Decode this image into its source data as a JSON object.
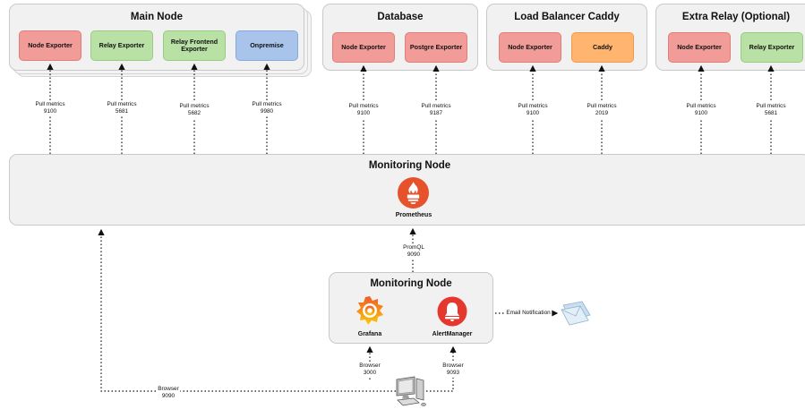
{
  "groups": {
    "main_node": {
      "title": "Main Node",
      "boxes": [
        "Node Exporter",
        "Relay Exporter",
        "Relay Frontend Exporter",
        "Onpremise"
      ]
    },
    "database": {
      "title": "Database",
      "boxes": [
        "Node Exporter",
        "Postgre Exporter"
      ]
    },
    "load_balancer": {
      "title": "Load Balancer Caddy",
      "boxes": [
        "Node Exporter",
        "Caddy"
      ]
    },
    "extra_relay": {
      "title": "Extra Relay (Optional)",
      "boxes": [
        "Node Exporter",
        "Relay Exporter"
      ]
    },
    "monitoring_top": {
      "title": "Monitoring Node",
      "prometheus": "Prometheus"
    },
    "monitoring_bottom": {
      "title": "Monitoring Node",
      "grafana": "Grafana",
      "alertmanager": "AlertManager"
    }
  },
  "edges": {
    "pull": [
      {
        "label": "Pull metrics",
        "port": "9100"
      },
      {
        "label": "Pull metrics",
        "port": "5681"
      },
      {
        "label": "Pull metrics",
        "port": "5682"
      },
      {
        "label": "Pull metrics",
        "port": "9980"
      },
      {
        "label": "Pull metrics",
        "port": "9100"
      },
      {
        "label": "Pull metrics",
        "port": "9187"
      },
      {
        "label": "Pull metrics",
        "port": "9100"
      },
      {
        "label": "Pull metrics",
        "port": "2019"
      },
      {
        "label": "Pull metrics",
        "port": "9100"
      },
      {
        "label": "Pull metrics",
        "port": "5681"
      }
    ],
    "promql": {
      "label": "PromQL",
      "port": "9090"
    },
    "browser_grafana": {
      "label": "Browser",
      "port": "3000"
    },
    "browser_alert": {
      "label": "Browser",
      "port": "9093"
    },
    "browser_prometheus": {
      "label": "Browser",
      "port": "9090"
    },
    "email": {
      "label": "Email Notification"
    }
  },
  "colors": {
    "exporter_red": "#f19c99",
    "exporter_green": "#b9e0a5",
    "onpremise_blue": "#a9c4eb",
    "caddy_orange": "#ffb570",
    "prometheus_orange": "#e6522c",
    "grafana_orange": "#f46800",
    "alertmanager_red": "#e6372e",
    "group_fill": "#f1f1f1"
  },
  "icons": [
    "prometheus-icon",
    "grafana-icon",
    "alertmanager-icon",
    "computer-icon",
    "envelope-icon"
  ]
}
